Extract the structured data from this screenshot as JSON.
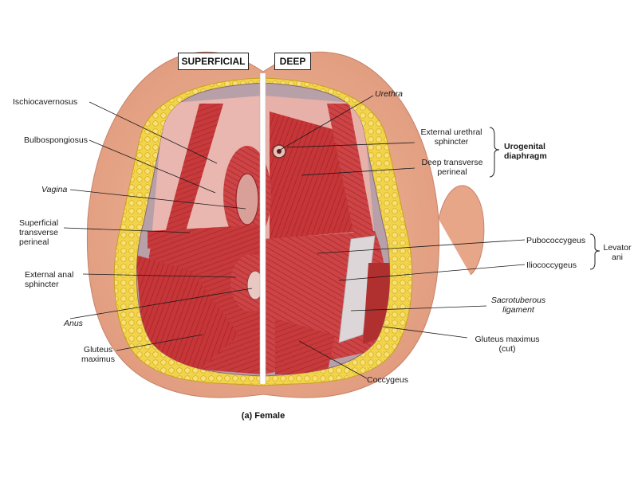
{
  "headers": {
    "left": "SUPERFICIAL",
    "right": "DEEP"
  },
  "labels": {
    "ischiocavernosus": "Ischiocavernosus",
    "bulbospongiosus": "Bulbospongiosus",
    "vagina": "Vagina",
    "superficial_transverse": [
      "Superficial",
      "transverse",
      "perineal"
    ],
    "external_anal": [
      "External anal",
      "sphincter"
    ],
    "anus": "Anus",
    "gluteus_left": [
      "Gluteus",
      "maximus"
    ],
    "urethra": "Urethra",
    "external_urethral": [
      "External urethral",
      "sphincter"
    ],
    "deep_transverse": [
      "Deep transverse",
      "perineal"
    ],
    "urogenital": [
      "Urogenital",
      "diaphragm"
    ],
    "pubococcygeus": "Pubococcygeus",
    "iliococcygeus": "Iliococcygeus",
    "levator": [
      "Levator",
      "ani"
    ],
    "sacrotuberous": [
      "Sacrotuberous",
      "ligament"
    ],
    "gluteus_right": [
      "Gluteus maximus",
      "(cut)"
    ],
    "coccygeus": "Coccygeus"
  },
  "caption": "(a) Female",
  "colors": {
    "skin": "#e8a688",
    "skin_dark": "#d48a6c",
    "fat": "#f0d040",
    "muscle": "#c8383a",
    "muscle_dark": "#9a2226",
    "divider": "#ffffff"
  }
}
